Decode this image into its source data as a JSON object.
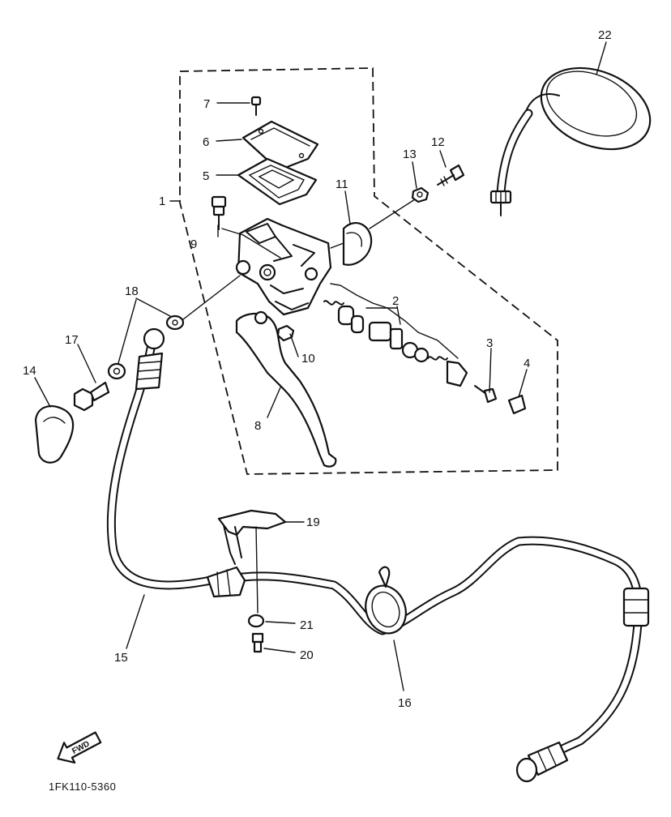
{
  "diagram": {
    "part_code": "1FK110-5360",
    "find_arrow_text": "FWD",
    "callouts": {
      "c1": "1",
      "c2": "2",
      "c3": "3",
      "c4": "4",
      "c5": "5",
      "c6": "6",
      "c7": "7",
      "c8": "8",
      "c9": "9",
      "c10": "10",
      "c11": "11",
      "c12": "12",
      "c13": "13",
      "c14": "14",
      "c15": "15",
      "c16": "16",
      "c17": "17",
      "c18": "18",
      "c19": "19",
      "c20": "20",
      "c21": "21",
      "c22": "22"
    }
  }
}
